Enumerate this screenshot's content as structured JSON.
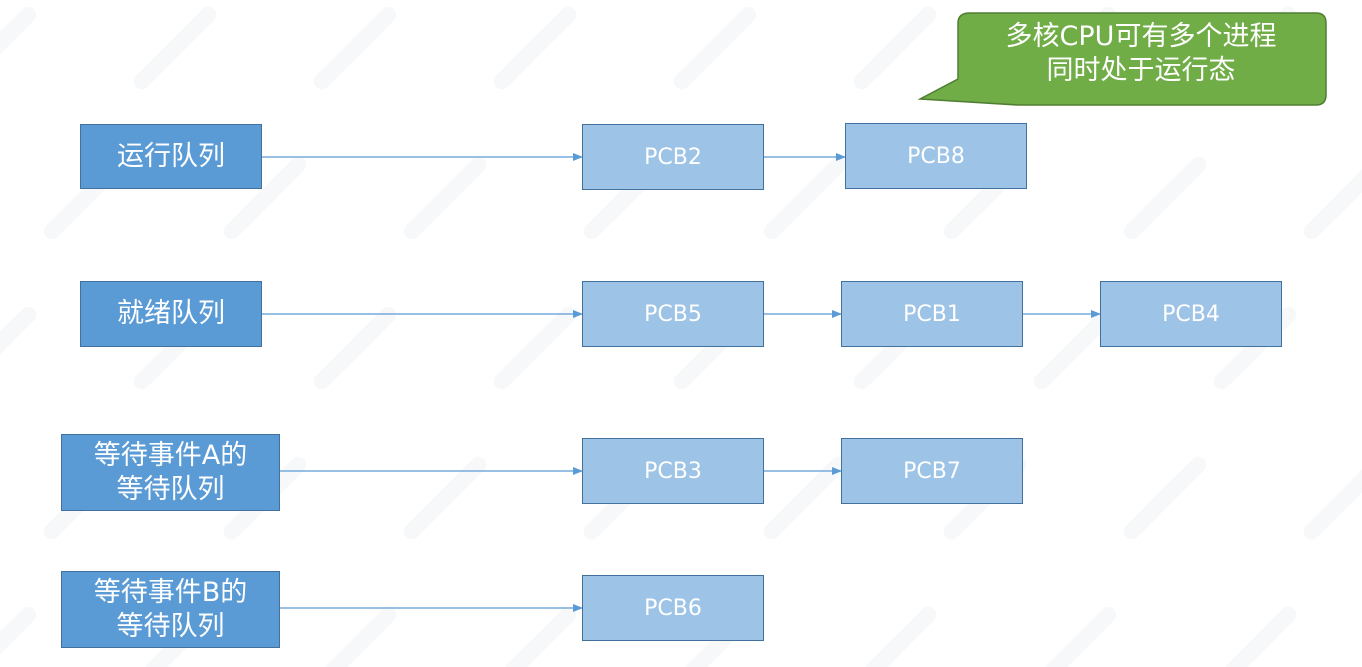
{
  "queues": [
    {
      "label": "运行队列",
      "pcbs": [
        "PCB2",
        "PCB8"
      ]
    },
    {
      "label": "就绪队列",
      "pcbs": [
        "PCB5",
        "PCB1",
        "PCB4"
      ]
    },
    {
      "label": "等待事件A的等待队列",
      "pcbs": [
        "PCB3",
        "PCB7"
      ]
    },
    {
      "label": "等待事件B的等待队列",
      "pcbs": [
        "PCB6"
      ]
    }
  ],
  "callout": {
    "text": "多核CPU可有多个进程同时处于运行态"
  },
  "colors": {
    "queue_fill": "#5b9bd5",
    "pcb_fill": "#9dc3e6",
    "border": "#41719c",
    "arrow": "#5b9bd5",
    "callout_fill": "#70ad47",
    "callout_border": "#507e32"
  }
}
